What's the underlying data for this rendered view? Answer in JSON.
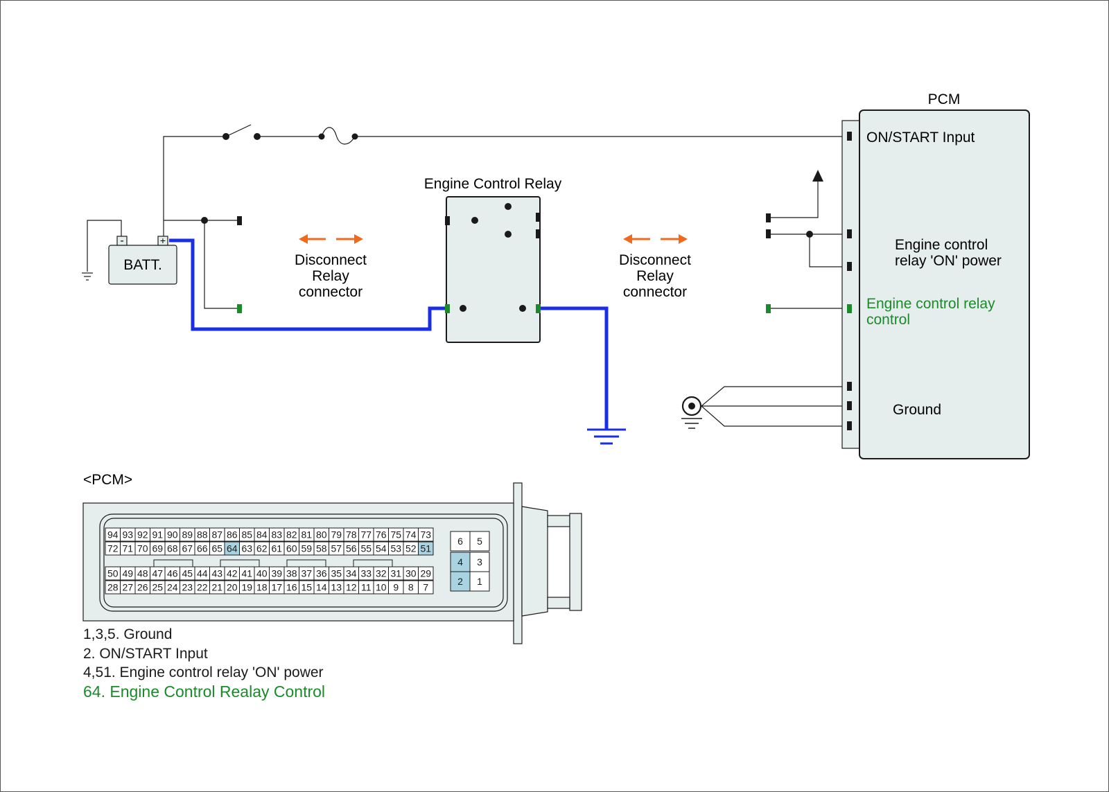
{
  "diagram": {
    "pcm_title": "PCM",
    "relay_title": "Engine Control Relay",
    "battery_label": "BATT.",
    "battery_neg": "-",
    "battery_pos": "+",
    "disconnect_left": [
      "Disconnect",
      "Relay",
      "connector"
    ],
    "disconnect_right": [
      "Disconnect",
      "Relay",
      "connector"
    ],
    "pcm_pins": {
      "on_start": "ON/START Input",
      "relay_on_power": [
        "Engine control",
        "relay 'ON' power"
      ],
      "relay_control": [
        "Engine control relay",
        "control"
      ],
      "ground": "Ground"
    }
  },
  "connector": {
    "label": "<PCM>",
    "big_rows": [
      [
        "94",
        "93",
        "92",
        "91",
        "90",
        "89",
        "88",
        "87",
        "86",
        "85",
        "84",
        "83",
        "82",
        "81",
        "80",
        "79",
        "78",
        "77",
        "76",
        "75",
        "74",
        "73"
      ],
      [
        "72",
        "71",
        "70",
        "69",
        "68",
        "67",
        "66",
        "65",
        "64",
        "63",
        "62",
        "61",
        "60",
        "59",
        "58",
        "57",
        "56",
        "55",
        "54",
        "53",
        "52",
        "51"
      ],
      [
        "50",
        "49",
        "48",
        "47",
        "46",
        "45",
        "44",
        "43",
        "42",
        "41",
        "40",
        "39",
        "38",
        "37",
        "36",
        "35",
        "34",
        "33",
        "32",
        "31",
        "30",
        "29"
      ],
      [
        "28",
        "27",
        "26",
        "25",
        "24",
        "23",
        "22",
        "21",
        "20",
        "19",
        "18",
        "17",
        "16",
        "15",
        "14",
        "13",
        "12",
        "11",
        "10",
        "9",
        "8",
        "7"
      ]
    ],
    "small_rows": [
      [
        "6",
        "5"
      ],
      [
        "4",
        "3"
      ],
      [
        "2",
        "1"
      ]
    ],
    "highlighted_pins": [
      "64",
      "51",
      "4",
      "2"
    ],
    "highlight_color": "#a9d3e0"
  },
  "legend": {
    "line1": "1,3,5. Ground",
    "line2": "2. ON/START Input",
    "line3": "4,51. Engine control relay 'ON' power",
    "line4": "64. Engine Control Realay Control"
  },
  "colors": {
    "wire_highlight": "#1a2ee8",
    "arrow": "#f06a1e",
    "control_green": "#1a8a2a",
    "box_fill": "#e6eded"
  }
}
